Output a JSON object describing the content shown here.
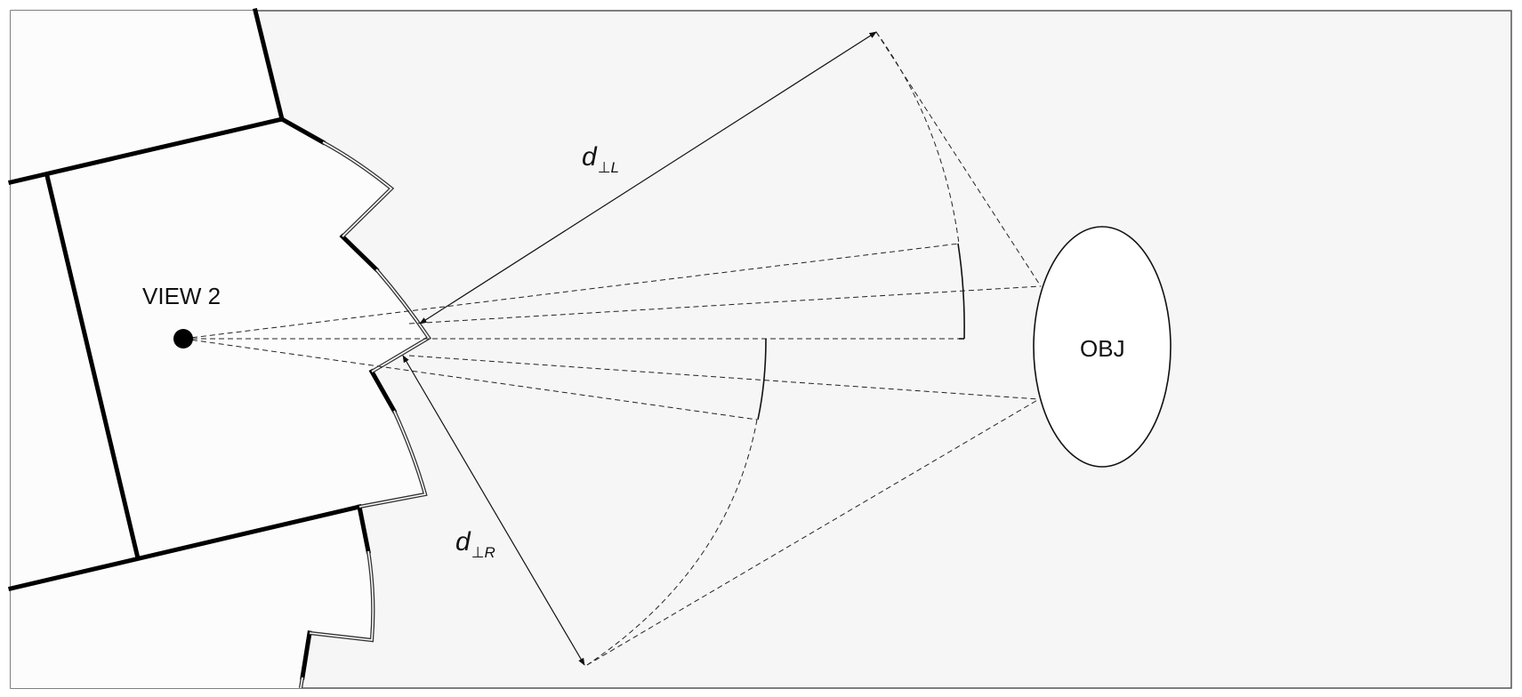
{
  "viewpoint": {
    "label": "VIEW 2"
  },
  "object": {
    "label": "OBJ"
  },
  "distances": {
    "left": {
      "main": "d",
      "sub": "⊥L"
    },
    "right": {
      "main": "d",
      "sub": "⊥R"
    }
  }
}
